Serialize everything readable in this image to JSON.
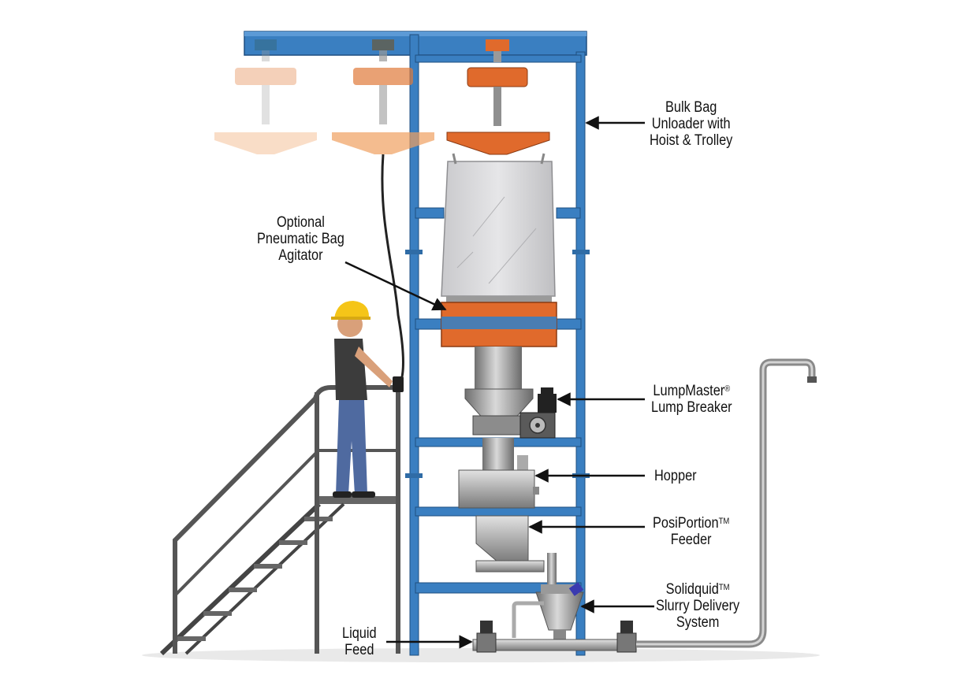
{
  "labels": {
    "bulk_bag": [
      "Bulk Bag",
      "Unloader with",
      "Hoist & Trolley"
    ],
    "agitator": [
      "Optional",
      "Pneumatic Bag",
      "Agitator"
    ],
    "lumpmaster_l1": "LumpMaster",
    "lumpmaster_l1_mark": "®",
    "lumpmaster_l2": "Lump Breaker",
    "hopper": "Hopper",
    "posiportion_l1": "PosiPortion",
    "posiportion_l1_mark": "TM",
    "posiportion_l2": "Feeder",
    "solidquid_l1": "Solidquid",
    "solidquid_l1_mark": "TM",
    "solidquid_l2": "Slurry Delivery",
    "solidquid_l3": "System",
    "liquid_feed": [
      "Liquid",
      "Feed"
    ]
  },
  "colors": {
    "frame_blue": "#3a7fc1",
    "hoist_orange": "#e06a2c",
    "bag_gray": "#d9d9db",
    "steel": "#8c8c8c",
    "stair_gray": "#5b5b5b",
    "helmet_yellow": "#f5c518"
  }
}
